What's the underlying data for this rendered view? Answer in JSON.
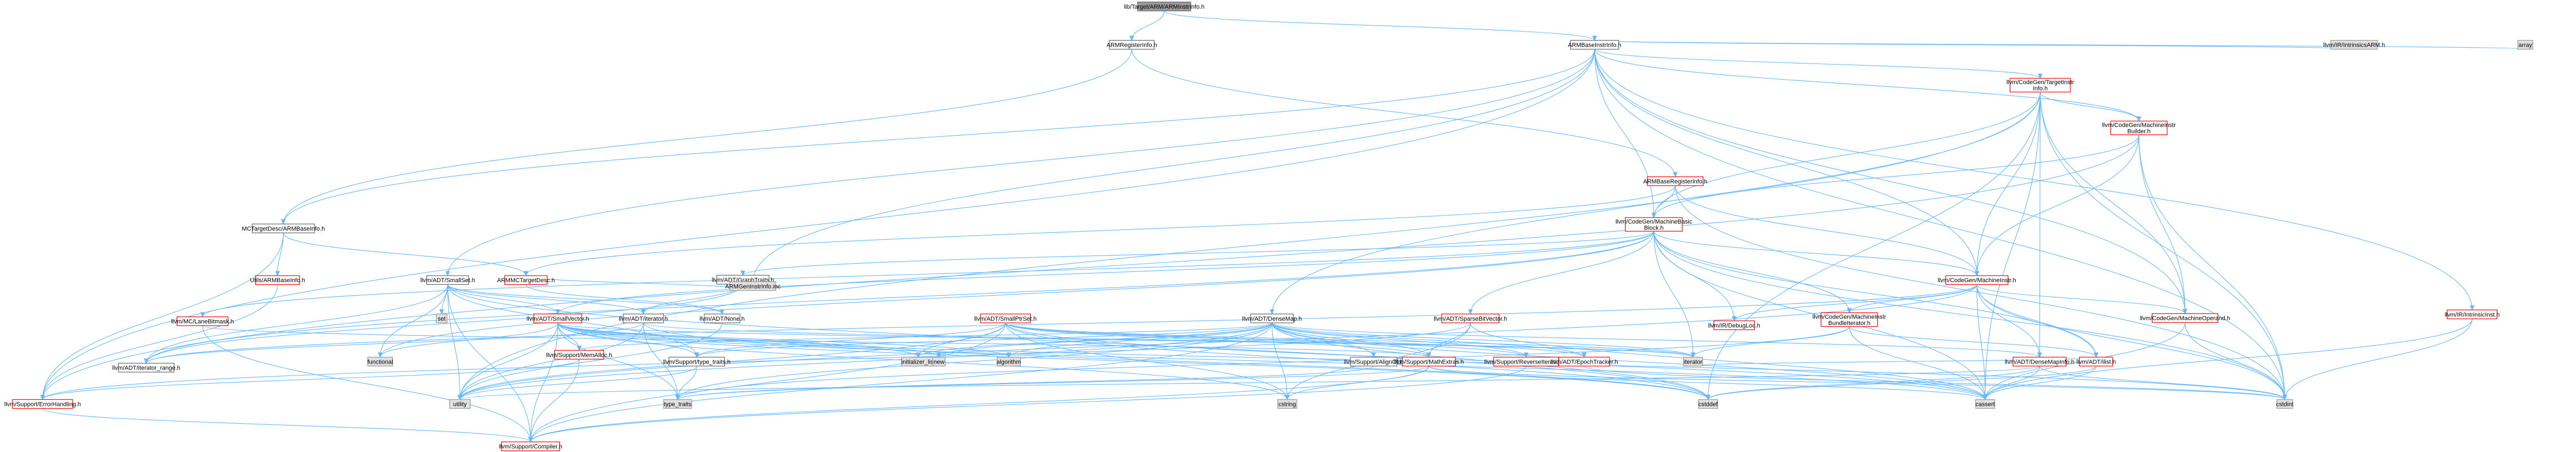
{
  "graph": {
    "nodes": [
      {
        "id": "root",
        "lines": [
          "lib/Target/ARM/ARMInstrInfo.h"
        ],
        "kind": "root"
      },
      {
        "id": "armreg",
        "lines": [
          "ARMRegisterInfo.h"
        ],
        "kind": "plain"
      },
      {
        "id": "armbaseinstr",
        "lines": [
          "ARMBaseInstrInfo.h"
        ],
        "kind": "plain"
      },
      {
        "id": "armbasereg",
        "lines": [
          "ARMBaseRegisterInfo.h"
        ],
        "kind": "red"
      },
      {
        "id": "targetinstr",
        "lines": [
          "llvm/CodeGen/TargetInstr",
          "Info.h"
        ],
        "kind": "red"
      },
      {
        "id": "intrinsicsarm",
        "lines": [
          "llvm/IR/IntrinsicsARM.h"
        ],
        "kind": "grey"
      },
      {
        "id": "array",
        "lines": [
          "array"
        ],
        "kind": "grey"
      },
      {
        "id": "mib",
        "lines": [
          "llvm/CodeGen/MachineInstr",
          "Builder.h"
        ],
        "kind": "red"
      },
      {
        "id": "mcbaseinfo",
        "lines": [
          "MCTargetDesc/ARMBaseInfo.h"
        ],
        "kind": "plain"
      },
      {
        "id": "mbb",
        "lines": [
          "llvm/CodeGen/MachineBasic",
          "Block.h"
        ],
        "kind": "red"
      },
      {
        "id": "utilsbase",
        "lines": [
          "Utils/ARMBaseInfo.h"
        ],
        "kind": "red"
      },
      {
        "id": "graphtraits",
        "lines": [
          "llvm/ADT/GraphTraits.h"
        ],
        "kind": "plain"
      },
      {
        "id": "machineinstr",
        "lines": [
          "llvm/CodeGen/MachineInstr.h"
        ],
        "kind": "red"
      },
      {
        "id": "intrinsicinst",
        "lines": [
          "llvm/IR/IntrinsicInst.h"
        ],
        "kind": "red"
      },
      {
        "id": "smallset",
        "lines": [
          "llvm/ADT/SmallSet.h"
        ],
        "kind": "plain"
      },
      {
        "id": "armmctarget",
        "lines": [
          "ARMMCTargetDesc.h"
        ],
        "kind": "red"
      },
      {
        "id": "debugloc",
        "lines": [
          "llvm/IR/DebugLoc.h"
        ],
        "kind": "red"
      },
      {
        "id": "mibundle",
        "lines": [
          "llvm/CodeGen/MachineInstr",
          "BundleIterator.h"
        ],
        "kind": "red"
      },
      {
        "id": "machineoperand",
        "lines": [
          "llvm/CodeGen/MachineOperand.h"
        ],
        "kind": "red"
      },
      {
        "id": "lanebitmask",
        "lines": [
          "llvm/MC/LaneBitmask.h"
        ],
        "kind": "red"
      },
      {
        "id": "set",
        "lines": [
          "set"
        ],
        "kind": "grey"
      },
      {
        "id": "smallvector",
        "lines": [
          "llvm/ADT/SmallVector.h"
        ],
        "kind": "red"
      },
      {
        "id": "adtiterator",
        "lines": [
          "llvm/ADT/iterator.h"
        ],
        "kind": "plain"
      },
      {
        "id": "adtnone",
        "lines": [
          "llvm/ADT/None.h"
        ],
        "kind": "plain"
      },
      {
        "id": "genrinstrinfo",
        "lines": [
          "ARMGenInstrInfo.inc"
        ],
        "kind": "grey"
      },
      {
        "id": "smallptrset",
        "lines": [
          "llvm/ADT/SmallPtrSet.h"
        ],
        "kind": "red"
      },
      {
        "id": "sparsebit",
        "lines": [
          "llvm/ADT/SparseBitVector.h"
        ],
        "kind": "red"
      },
      {
        "id": "densemap",
        "lines": [
          "llvm/ADT/DenseMap.h"
        ],
        "kind": "plain"
      },
      {
        "id": "ilist",
        "lines": [
          "llvm/ADT/ilist.h"
        ],
        "kind": "red"
      },
      {
        "id": "memalloc",
        "lines": [
          "llvm/Support/MemAlloc.h"
        ],
        "kind": "red"
      },
      {
        "id": "iterrange",
        "lines": [
          "llvm/ADT/iterator_range.h"
        ],
        "kind": "plain"
      },
      {
        "id": "functional",
        "lines": [
          "functional"
        ],
        "kind": "grey"
      },
      {
        "id": "typetraitsh",
        "lines": [
          "llvm/Support/type_traits.h"
        ],
        "kind": "plain"
      },
      {
        "id": "initlist",
        "lines": [
          "initializer_list"
        ],
        "kind": "grey"
      },
      {
        "id": "new",
        "lines": [
          "new"
        ],
        "kind": "grey"
      },
      {
        "id": "algorithm",
        "lines": [
          "algorithm"
        ],
        "kind": "grey"
      },
      {
        "id": "alignof",
        "lines": [
          "llvm/Support/AlignOf.h"
        ],
        "kind": "plain"
      },
      {
        "id": "mathextras",
        "lines": [
          "llvm/Support/MathExtras.h"
        ],
        "kind": "red"
      },
      {
        "id": "reverseiter",
        "lines": [
          "llvm/Support/ReverseIteration.h"
        ],
        "kind": "red"
      },
      {
        "id": "iterator",
        "lines": [
          "iterator"
        ],
        "kind": "grey"
      },
      {
        "id": "epoch",
        "lines": [
          "llvm/ADT/EpochTracker.h"
        ],
        "kind": "red"
      },
      {
        "id": "densemapinfo",
        "lines": [
          "llvm/ADT/DenseMapInfo.h"
        ],
        "kind": "red"
      },
      {
        "id": "errorhandling",
        "lines": [
          "llvm/Support/ErrorHandling.h"
        ],
        "kind": "red"
      },
      {
        "id": "utility",
        "lines": [
          "utility"
        ],
        "kind": "grey"
      },
      {
        "id": "typetraits",
        "lines": [
          "type_traits"
        ],
        "kind": "grey"
      },
      {
        "id": "cstring",
        "lines": [
          "cstring"
        ],
        "kind": "grey"
      },
      {
        "id": "cstddef",
        "lines": [
          "cstddef"
        ],
        "kind": "grey"
      },
      {
        "id": "cassert",
        "lines": [
          "cassert"
        ],
        "kind": "grey"
      },
      {
        "id": "cstdint",
        "lines": [
          "cstdint"
        ],
        "kind": "grey"
      },
      {
        "id": "compiler",
        "lines": [
          "llvm/Support/Compiler.h"
        ],
        "kind": "red"
      }
    ],
    "colors": {
      "edge": "#63b8ff",
      "root_fill": "#999999",
      "red_border": "#ff0000",
      "grey_fill": "#e0e0e0"
    }
  }
}
